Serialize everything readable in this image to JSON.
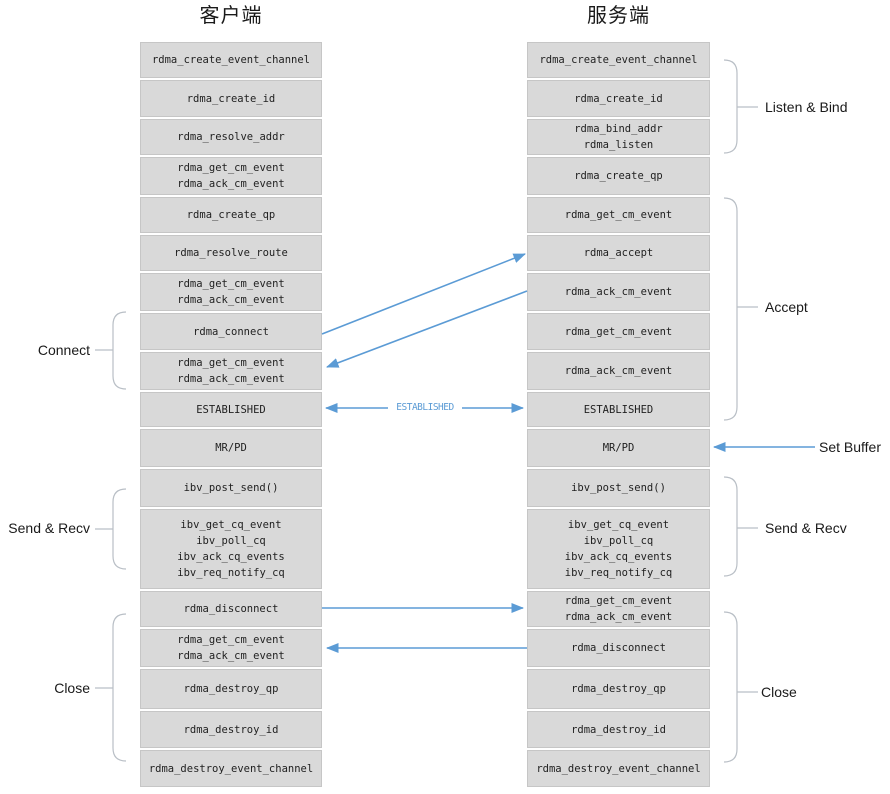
{
  "client": {
    "title": "客户端",
    "boxes": [
      [
        "rdma_create_event_channel"
      ],
      [
        "rdma_create_id"
      ],
      [
        "rdma_resolve_addr"
      ],
      [
        "rdma_get_cm_event",
        "rdma_ack_cm_event"
      ],
      [
        "rdma_create_qp"
      ],
      [
        "rdma_resolve_route"
      ],
      [
        "rdma_get_cm_event",
        "rdma_ack_cm_event"
      ],
      [
        "rdma_connect"
      ],
      [
        "rdma_get_cm_event",
        "rdma_ack_cm_event"
      ],
      [
        "ESTABLISHED"
      ],
      [
        "MR/PD"
      ],
      [
        "ibv_post_send()"
      ],
      [
        "ibv_get_cq_event",
        "ibv_poll_cq",
        "ibv_ack_cq_events",
        "ibv_req_notify_cq"
      ],
      [
        "rdma_disconnect"
      ],
      [
        "rdma_get_cm_event",
        "rdma_ack_cm_event"
      ],
      [
        "rdma_destroy_qp"
      ],
      [
        "rdma_destroy_id"
      ],
      [
        "rdma_destroy_event_channel"
      ]
    ]
  },
  "server": {
    "title": "服务端",
    "boxes": [
      [
        "rdma_create_event_channel"
      ],
      [
        "rdma_create_id"
      ],
      [
        "rdma_bind_addr",
        "rdma_listen"
      ],
      [
        "rdma_create_qp"
      ],
      [
        "rdma_get_cm_event"
      ],
      [
        "rdma_accept"
      ],
      [
        "rdma_ack_cm_event"
      ],
      [
        "rdma_get_cm_event"
      ],
      [
        "rdma_ack_cm_event"
      ],
      [
        "ESTABLISHED"
      ],
      [
        "MR/PD"
      ],
      [
        "ibv_post_send()"
      ],
      [
        "ibv_get_cq_event",
        "ibv_poll_cq",
        "ibv_ack_cq_events",
        "ibv_req_notify_cq"
      ],
      [
        "rdma_get_cm_event",
        "rdma_ack_cm_event"
      ],
      [
        "rdma_disconnect"
      ],
      [
        "rdma_destroy_qp"
      ],
      [
        "rdma_destroy_id"
      ],
      [
        "rdma_destroy_event_channel"
      ]
    ]
  },
  "annotations": {
    "listen_bind": "Listen & Bind",
    "accept": "Accept",
    "connect": "Connect",
    "send_recv_left": "Send & Recv",
    "send_recv_right": "Send & Recv",
    "close_left": "Close",
    "close_right": "Close",
    "set_buffer": "Set Buffer",
    "established": "ESTABLISHED"
  },
  "colors": {
    "arrow": "#5b9bd5",
    "box_fill": "#d9d9d9",
    "box_border": "#c6c6c6",
    "brace": "#b9bfc6"
  }
}
